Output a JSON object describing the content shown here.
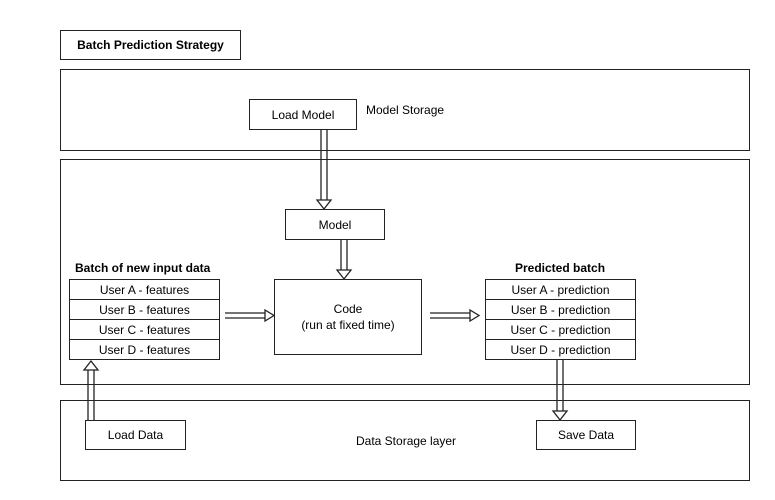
{
  "title": "Batch Prediction Strategy",
  "model_storage": {
    "label": "Model Storage",
    "load_model": "Load Model"
  },
  "processing": {
    "model": "Model",
    "code_line1": "Code",
    "code_line2": "(run at fixed time)",
    "input_batch": {
      "heading": "Batch of new input data",
      "rows": [
        "User A - features",
        "User B - features",
        "User C - features",
        "User D - features"
      ]
    },
    "predicted_batch": {
      "heading": "Predicted batch",
      "rows": [
        "User A - prediction",
        "User B - prediction",
        "User C - prediction",
        "User D - prediction"
      ]
    }
  },
  "data_storage": {
    "label": "Data Storage layer",
    "load_data": "Load Data",
    "save_data": "Save Data"
  }
}
